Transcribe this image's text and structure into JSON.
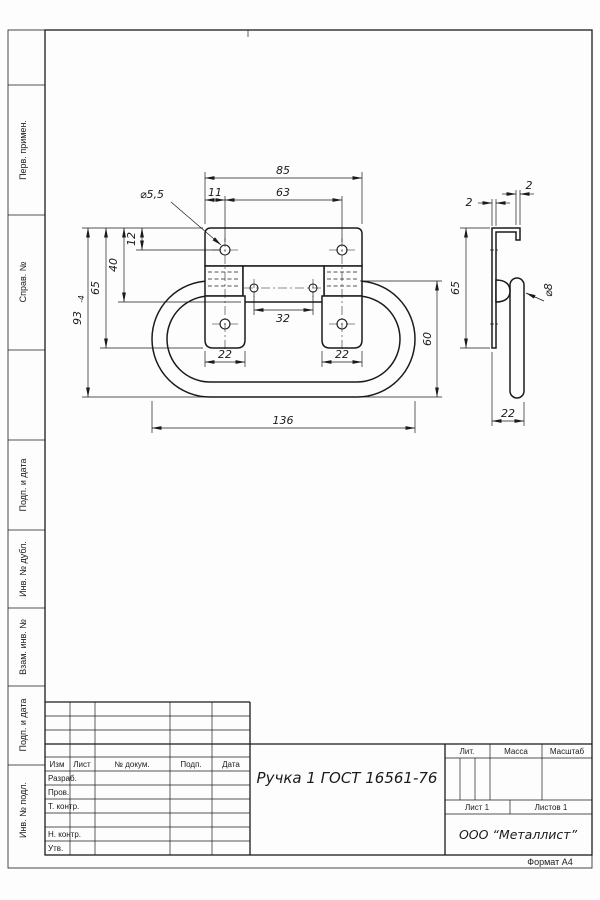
{
  "drawing": {
    "doc_title": "Ручка 1 ГОСТ 16561-76",
    "format_label": "Формат А4"
  },
  "side_strip": {
    "labels": [
      "Перв. примен.",
      "Справ. №",
      "Подп. и дата",
      "Инв. № дубл.",
      "Взам. инв. №",
      "Подп. и дата",
      "Инв. № подл."
    ]
  },
  "title_block": {
    "columns": [
      "Изм",
      "Лист",
      "№ докум.",
      "Подп.",
      "Дата"
    ],
    "staff_rows": [
      "Разраб.",
      "Пров.",
      "Т. контр.",
      "Н. контр.",
      "Утв."
    ],
    "lit_label": "Лит.",
    "mass_label": "Масса",
    "scale_label": "Масштаб",
    "sheet": "Лист 1",
    "sheets": "Листов 1",
    "company": "ООО “Металлист”"
  },
  "dims_front": {
    "overall_width": "85",
    "edge_to_hole": "11",
    "hole_spacing": "63",
    "hole_dia": "⌀5,5",
    "top_to_hole": "12",
    "plate_depth": "40",
    "to_clip_bottom": "65",
    "overall_height": "93",
    "overall_height_tol": "-4",
    "mid_holes": "32",
    "clip_width_l": "22",
    "clip_width_r": "22",
    "bail_width": "136",
    "bail_height": "60"
  },
  "dims_side": {
    "plate_thk": "2",
    "flange_thk": "2",
    "plate_height": "65",
    "rod_dia": "⌀8",
    "depth": "22"
  }
}
